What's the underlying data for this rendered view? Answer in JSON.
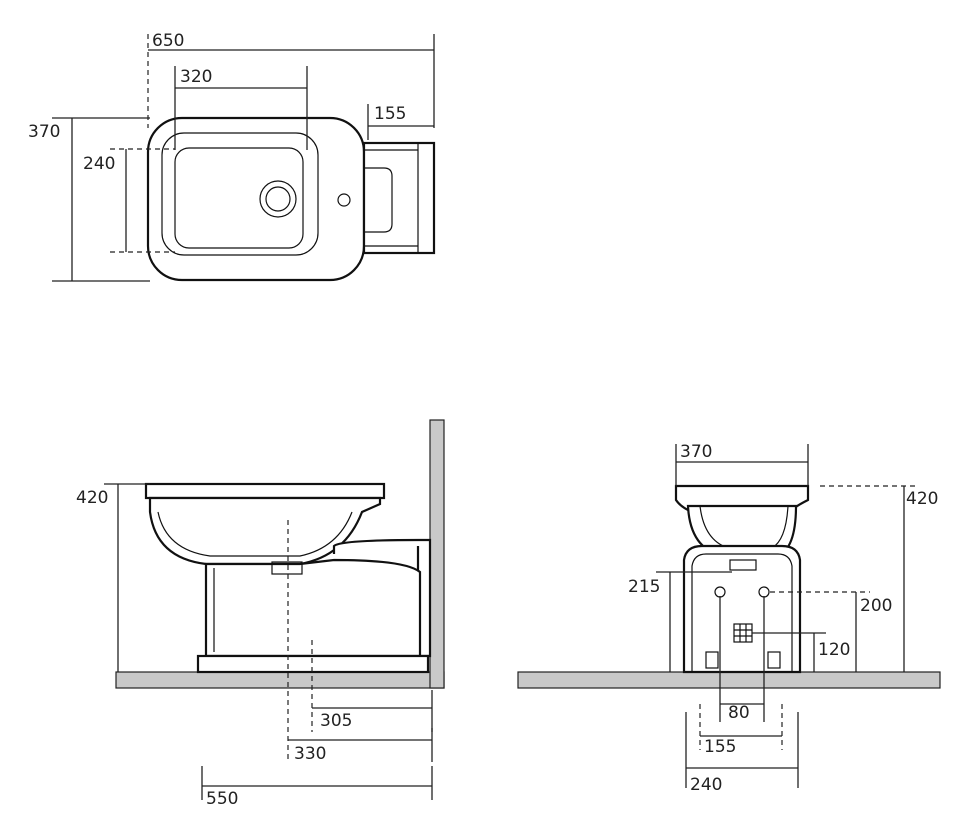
{
  "top_view": {
    "overall_length": "650",
    "bowl_width": "320",
    "rear_depth": "155",
    "overall_width": "370",
    "bowl_depth": "240"
  },
  "side_view": {
    "height": "420",
    "outlet_305": "305",
    "outlet_330": "330",
    "depth_550": "550"
  },
  "front_view": {
    "width": "370",
    "height": "420",
    "inlet_height_215": "215",
    "fixing_height_200": "200",
    "outlet_height_120": "120",
    "spacing_80": "80",
    "spacing_155": "155",
    "base_width_240": "240"
  }
}
